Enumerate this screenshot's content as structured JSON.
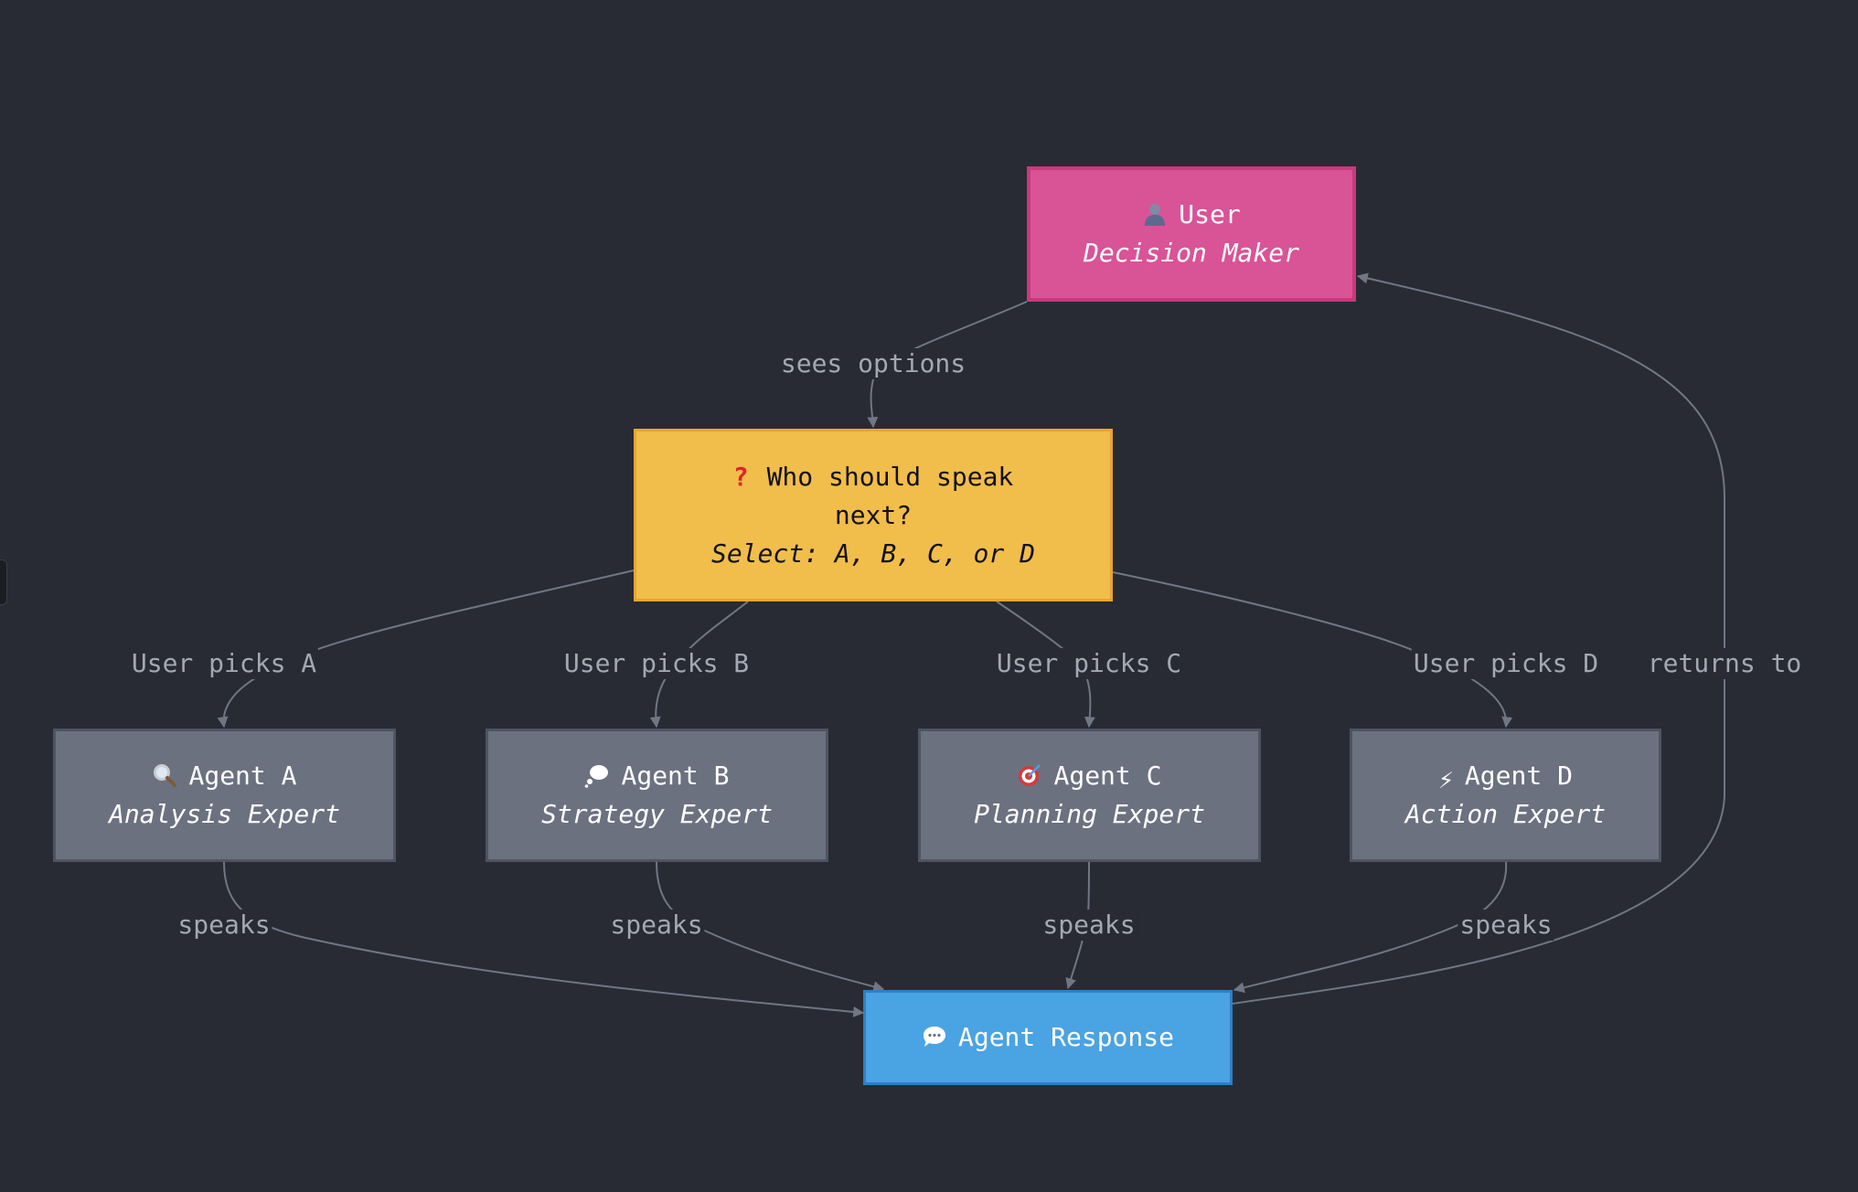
{
  "nodes": {
    "user": {
      "icon": "user-icon",
      "title": "User",
      "subtitle": "Decision Maker"
    },
    "question": {
      "icon": "question-icon",
      "icon_glyph": "?",
      "title_line1": "Who should speak",
      "title_line2": "next?",
      "subtitle": "Select: A, B, C, or D"
    },
    "agents": [
      {
        "icon": "magnifier-icon",
        "title": "Agent A",
        "subtitle": "Analysis Expert"
      },
      {
        "icon": "thought-bubble-icon",
        "title": "Agent B",
        "subtitle": "Strategy Expert"
      },
      {
        "icon": "target-icon",
        "title": "Agent C",
        "subtitle": "Planning Expert"
      },
      {
        "icon": "lightning-icon",
        "icon_glyph": "⚡",
        "title": "Agent D",
        "subtitle": "Action Expert"
      }
    ],
    "response": {
      "icon": "speech-bubble-icon",
      "title": "Agent Response"
    }
  },
  "edges": {
    "sees_options": "sees options",
    "picks": [
      "User picks A",
      "User picks B",
      "User picks C",
      "User picks D"
    ],
    "speaks": [
      "speaks",
      "speaks",
      "speaks",
      "speaks"
    ],
    "returns_to": "returns to"
  },
  "colors": {
    "background": "#282b33",
    "user": "#d95397",
    "question": "#f1bd4b",
    "agent": "#6c7180",
    "response": "#4aa3e3",
    "edge": "#717685",
    "edge_label": "#a4a8b4"
  }
}
